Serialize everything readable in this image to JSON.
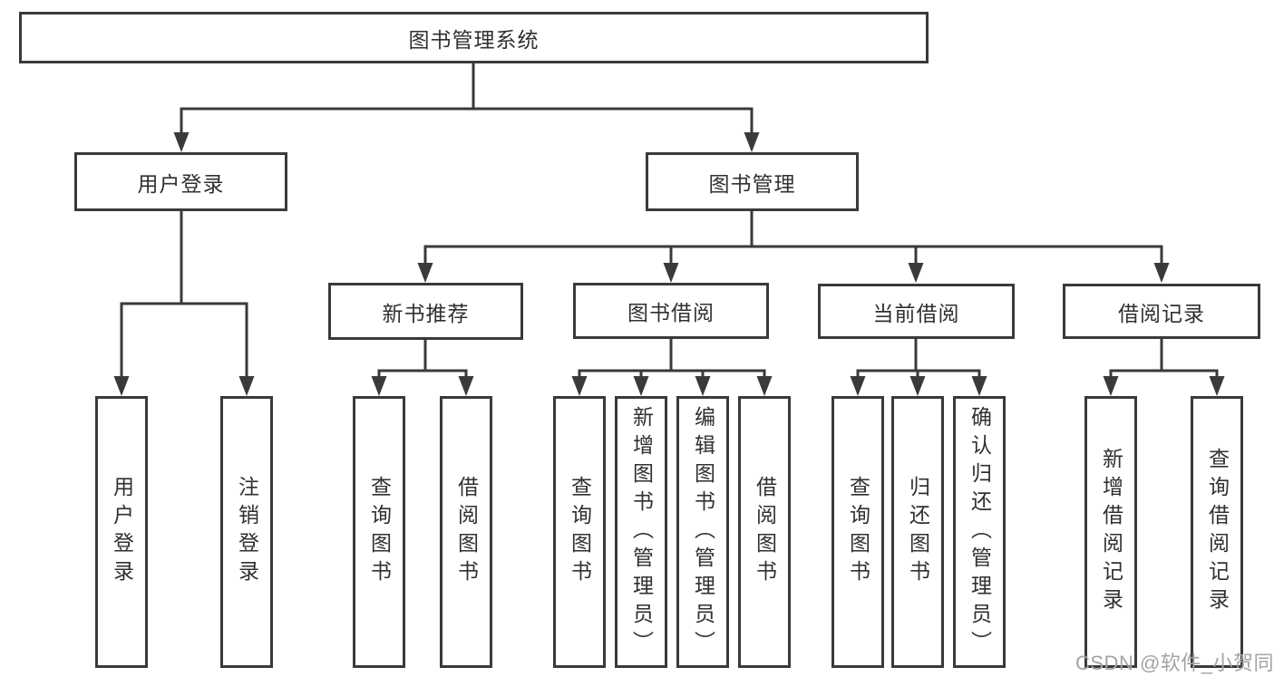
{
  "tree": {
    "label": "图书管理系统",
    "children": [
      {
        "label": "用户登录",
        "children": [
          {
            "label": "用户登录"
          },
          {
            "label": "注销登录"
          }
        ]
      },
      {
        "label": "图书管理",
        "children": [
          {
            "label": "新书推荐",
            "children": [
              {
                "label": "查询图书"
              },
              {
                "label": "借阅图书"
              }
            ]
          },
          {
            "label": "图书借阅",
            "children": [
              {
                "label": "查询图书"
              },
              {
                "label": "新增图书（管理员）"
              },
              {
                "label": "编辑图书（管理员）"
              },
              {
                "label": "借阅图书"
              }
            ]
          },
          {
            "label": "当前借阅",
            "children": [
              {
                "label": "查询图书"
              },
              {
                "label": "归还图书"
              },
              {
                "label": "确认归还（管理员）"
              }
            ]
          },
          {
            "label": "借阅记录",
            "children": [
              {
                "label": "新增借阅记录"
              },
              {
                "label": "查询借阅记录"
              }
            ]
          }
        ]
      }
    ]
  },
  "watermark": {
    "text": "CSDN @软件_小贺同学"
  },
  "colors": {
    "line": "#3a3a3c",
    "text": "#303032",
    "watermark": "#a3a3a5",
    "box_bg": "#ffffff",
    "background": "#ffffff"
  }
}
